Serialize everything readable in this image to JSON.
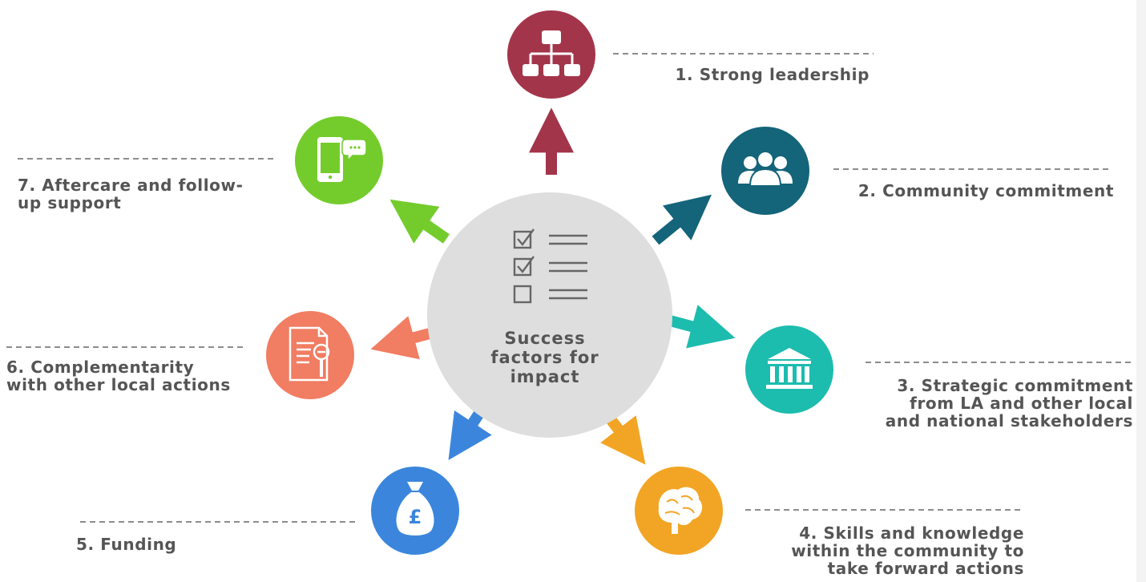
{
  "center": {
    "title_lines": [
      "Success",
      "factors for",
      "impact"
    ],
    "icon": "checklist-icon"
  },
  "factors": [
    {
      "lines": [
        "1. Strong leadership"
      ],
      "color": "#a3354a",
      "icon": "hierarchy-icon"
    },
    {
      "lines": [
        "2. Community commitment"
      ],
      "color": "#14647a",
      "icon": "people-group-icon"
    },
    {
      "lines": [
        "3. Strategic commitment",
        "from LA and other local",
        "and national stakeholders"
      ],
      "color": "#1cbcae",
      "icon": "institution-icon"
    },
    {
      "lines": [
        "4. Skills and knowledge",
        "within the community to",
        "take forward actions"
      ],
      "color": "#f2a524",
      "icon": "brain-icon"
    },
    {
      "lines": [
        "5. Funding"
      ],
      "color": "#3b86dc",
      "icon": "money-bag-pound-icon"
    },
    {
      "lines": [
        "6. Complementarity",
        "with other local actions"
      ],
      "color": "#f17d62",
      "icon": "document-search-icon"
    },
    {
      "lines": [
        "7. Aftercare and follow-",
        "up support"
      ],
      "color": "#74cc2c",
      "icon": "mobile-chat-icon"
    }
  ]
}
